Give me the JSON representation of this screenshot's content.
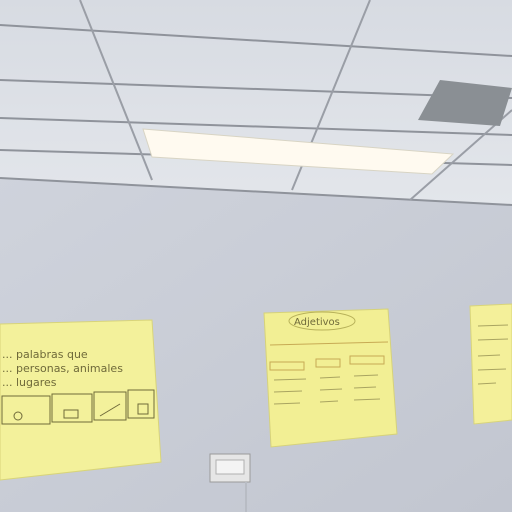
{
  "scene": {
    "ceiling": {
      "tile_color": "#dfe3e8",
      "grid_color": "#8c9099"
    },
    "light_fixture": {
      "color": "#fffaf0"
    },
    "vent": {
      "color": "#8a8f94"
    },
    "wall": {
      "color": "#c8ccd6"
    },
    "posters": [
      {
        "color": "#f3f19b",
        "lines": [
          "... palabras que",
          "... personas, animales",
          "... lugares"
        ]
      },
      {
        "color": "#f2ef94",
        "title": "Adjetivos"
      },
      {
        "color": "#f4f09a"
      }
    ],
    "wall_outlet": {
      "color": "#e6e6e6"
    }
  }
}
